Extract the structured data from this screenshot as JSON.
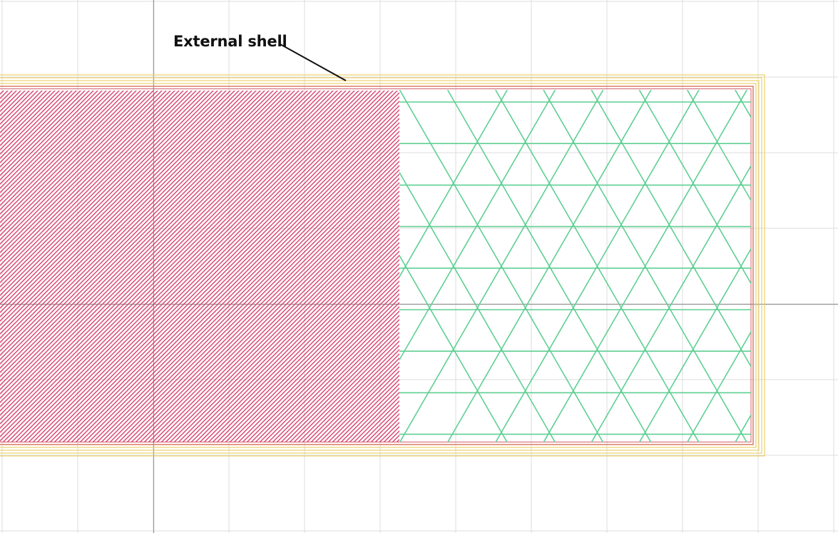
{
  "annotation": {
    "text": "External shell"
  },
  "colors": {
    "background": "#ffffff",
    "grid_minor": "#dcdcdc",
    "axis": "#9a9a9a",
    "skirt": "#ecd06a",
    "external_shell": "#e0806a",
    "inner_shell": "#d06070",
    "solid_infill": "#d8406e",
    "sparse_infill": "#5fcf93",
    "leader": "#111111"
  },
  "icons": {
    "solid_region": "diagonal-hatch",
    "sparse_region": "triangular-infill-pattern"
  }
}
